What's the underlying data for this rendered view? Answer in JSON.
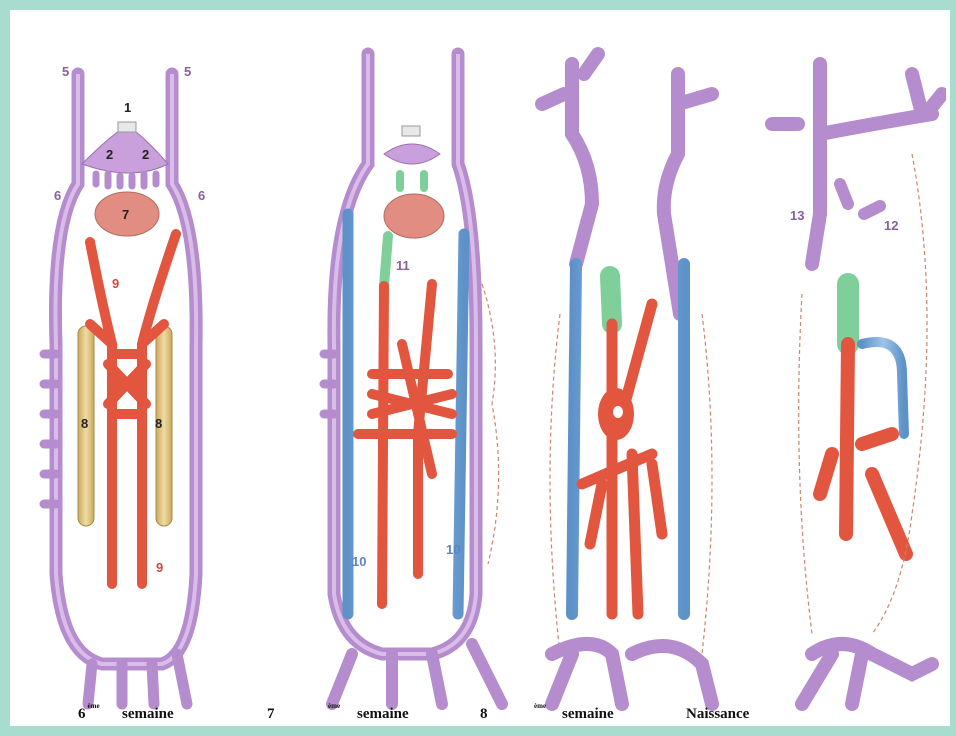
{
  "labels": {
    "p1_5l": "5",
    "p1_5r": "5",
    "p1_1": "1",
    "p1_2l": "2",
    "p1_2r": "2",
    "p1_6l": "6",
    "p1_6r": "6",
    "p1_7": "7",
    "p1_9a": "9",
    "p1_8l": "8",
    "p1_8r": "8",
    "p1_9b": "9",
    "p2_11": "11",
    "p2_10l": "10",
    "p2_10r": "10",
    "p4_13": "13",
    "p4_12": "12"
  },
  "captions": {
    "c1_num": "6",
    "c1_sup": "ème",
    "c1_word": "semaine",
    "c2_num": "7",
    "c2_sup": "ème",
    "c2_word": "semaine",
    "c3_num": "8",
    "c3_sup": "ème",
    "c3_word": "semaine",
    "c4_word": "Naissance"
  },
  "colors": {
    "frame": "#a8dccf",
    "cardinal": "#c9a0dc",
    "cardinal_edge": "#9b6fb3",
    "subcardinal": "#e2563f",
    "supracardinal": "#6fa3d6",
    "mesonephros": "#d9c07c",
    "kidney": "#e08a80",
    "hepatic": "#7fcf9a"
  }
}
